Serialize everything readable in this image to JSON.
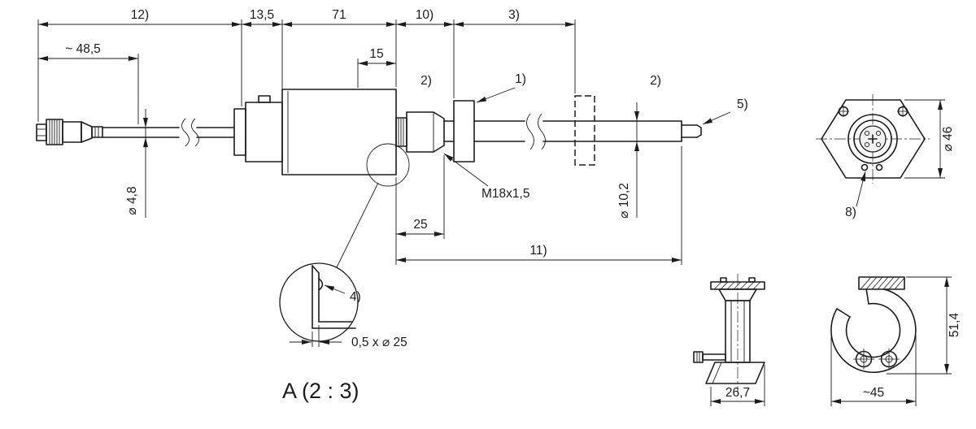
{
  "dims": {
    "chain_12": "12)",
    "chain_13_5": "13,5",
    "chain_71": "71",
    "chain_10": "10)",
    "chain_3": "3)",
    "cable_length": "~ 48,5",
    "offset_15": "15",
    "cable_dia": "⌀ 4,8",
    "nut_len_25": "25",
    "rod_len_11": "11)",
    "rod_dia": "⌀ 10,2",
    "flange_width": "⌀ 46",
    "detail_groove": "0,5 x ⌀ 25",
    "clamp_width": "26,7",
    "clamp_height": "51,4",
    "clamp_width2": "~45"
  },
  "labels": {
    "ref_1": "1)",
    "ref_2_left": "2)",
    "ref_2_right": "2)",
    "ref_4": "4)",
    "ref_5": "5)",
    "ref_8": "8)",
    "thread_size": "M18x1,5",
    "detail_scale": "A  (2 : 3)"
  }
}
